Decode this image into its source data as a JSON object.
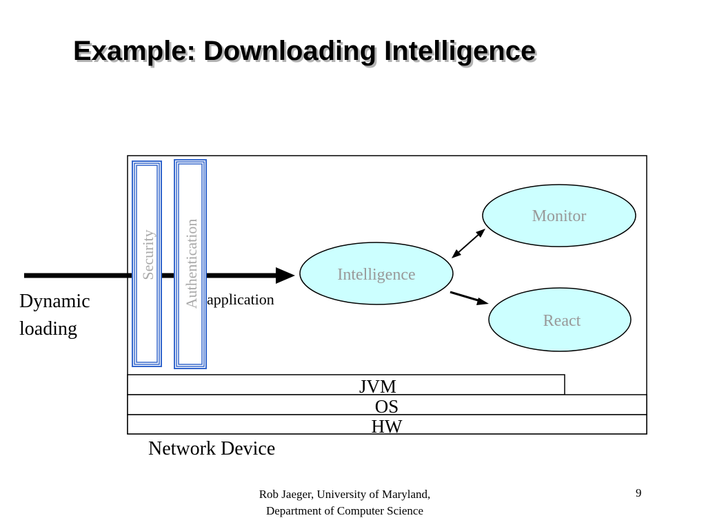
{
  "slide": {
    "title": "Example: Downloading Intelligence",
    "footer_line1": "Rob Jaeger, University of Maryland,",
    "footer_line2": "Department of Computer Science",
    "page_number": "9"
  },
  "diagram": {
    "input_label_line1": "Dynamic",
    "input_label_line2": "loading",
    "security_label": "Security",
    "authentication_label": "Authentication",
    "application_label": "application",
    "intelligence_label": "Intelligence",
    "monitor_label": "Monitor",
    "react_label": "React",
    "jvm_label": "JVM",
    "os_label": "OS",
    "hw_label": "HW",
    "device_label": "Network Device",
    "colors": {
      "ellipse_fill": "#ccffff",
      "ellipse_text": "#999999",
      "filter_stroke": "#3366cc",
      "filter_text": "#aaaaaa"
    }
  }
}
